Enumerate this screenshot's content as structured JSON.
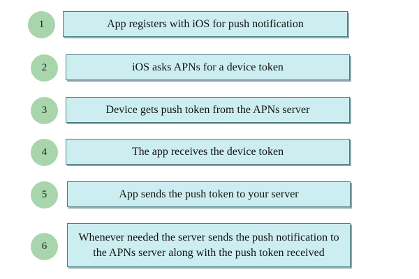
{
  "steps": [
    {
      "number": "1",
      "text": "App registers with iOS for push notification"
    },
    {
      "number": "2",
      "text": "iOS asks APNs for a device token"
    },
    {
      "number": "3",
      "text": "Device gets push token from the APNs server"
    },
    {
      "number": "4",
      "text": "The app receives the device token"
    },
    {
      "number": "5",
      "text": "App sends the push token to your server"
    },
    {
      "number": "6",
      "text": "Whenever needed the server sends the push notification to the APNs server along with the push token received"
    }
  ],
  "colors": {
    "circle_fill": "#a8d5ac",
    "box_fill": "#cdeef0",
    "box_border": "#4b7d83"
  }
}
